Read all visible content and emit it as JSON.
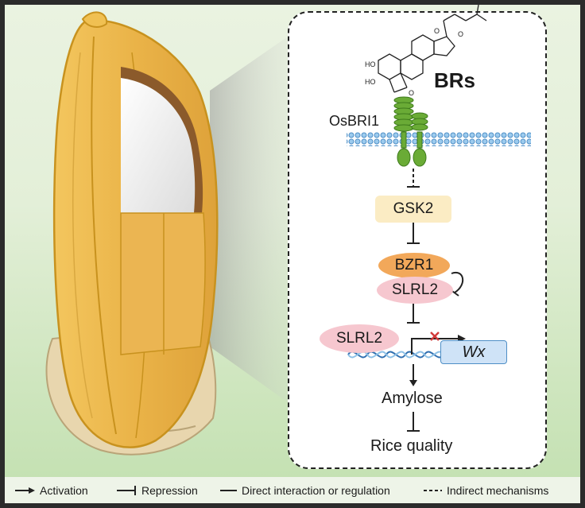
{
  "diagram": {
    "ligand": "BRs",
    "receptor": "OsBRI1",
    "kinase": "GSK2",
    "factor_1": "BZR1",
    "factor_2": "SLRL2",
    "factor_3": "SLRL2",
    "target_gene": "Wx",
    "product": "Amylose",
    "outcome": "Rice quality",
    "molecule_labels": {
      "ho_1": "HO",
      "ho_2": "HO",
      "oxygen_1": "O",
      "oxygen_2": "O",
      "oxygen_3": "O"
    }
  },
  "legend": {
    "activation": "Activation",
    "repression": "Repression",
    "direct": "Direct interaction or regulation",
    "indirect": "Indirect mechanisms"
  },
  "colors": {
    "grain_yellow": "#e9b24a",
    "grain_outline": "#c8921e",
    "membrane_blue": "#8cc0e6",
    "receptor_green": "#5a9a2c",
    "gsk2_fill": "#fbecc4",
    "bzr1_fill": "#f2a85a",
    "slrl2_fill": "#f6c7cf",
    "wx_fill": "#cfe3f7",
    "repression_mark": "#d23b3b"
  }
}
